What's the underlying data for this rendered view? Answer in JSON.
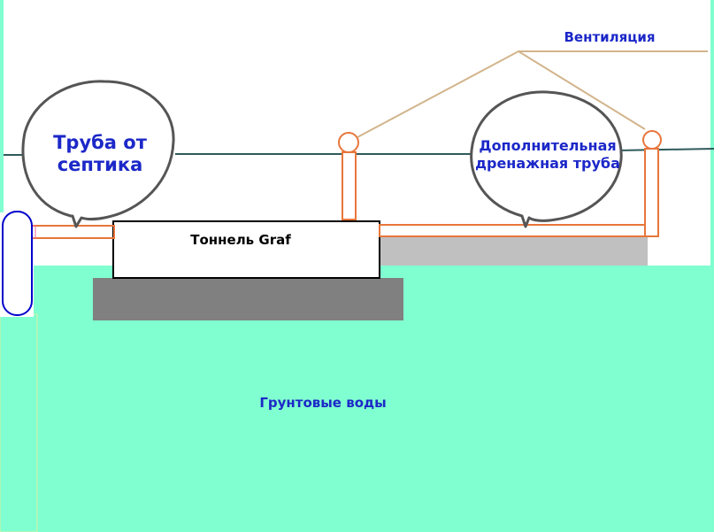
{
  "labels": {
    "ventilation": "Вентиляция",
    "pipe_from_septic_line1": "Труба от",
    "pipe_from_septic_line2": "септика",
    "extra_drain_line1": "Дополнительная",
    "extra_drain_line2": "дренажная труба",
    "tunnel": "Тоннель Graf",
    "groundwater": "Грунтовые воды"
  },
  "colors": {
    "groundwater_fill": "#80ffd0",
    "pipe_stroke": "#e8763a",
    "vent_line": "#d2b48c",
    "ground_line": "#2f5a5a",
    "label_text_blue": "#1c28c8",
    "bubble_stroke": "#555555",
    "gravel_dark": "#808080",
    "gravel_light": "#c0c0c0",
    "riser_blue": "#0000cc"
  }
}
